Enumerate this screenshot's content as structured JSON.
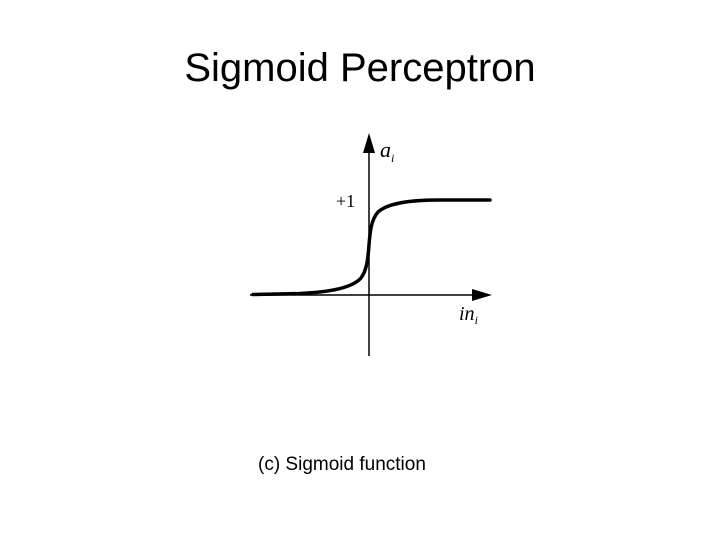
{
  "slide": {
    "title": "Sigmoid Perceptron"
  },
  "figure": {
    "y_axis_label": "a",
    "y_axis_subscript": "i",
    "x_axis_label": "in",
    "x_axis_subscript": "i",
    "tick_label": "+1",
    "caption": "(c) Sigmoid function"
  },
  "colors": {
    "ink": "#000000",
    "background": "#ffffff"
  }
}
